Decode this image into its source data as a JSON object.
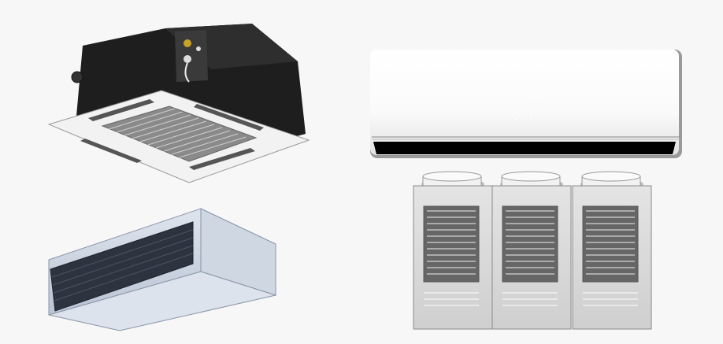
{
  "illustration": {
    "split_unit": {
      "display_temperature": "26"
    },
    "units": [
      "ceiling-cassette-unit",
      "ducted-unit",
      "wall-split-unit",
      "outdoor-vrf-units"
    ]
  },
  "colors": {
    "background": "#f7f7f7",
    "cassette_body": "#1c1c1c",
    "duct_body": "#c9d3e0",
    "outdoor_body": "#d9d9d9"
  }
}
